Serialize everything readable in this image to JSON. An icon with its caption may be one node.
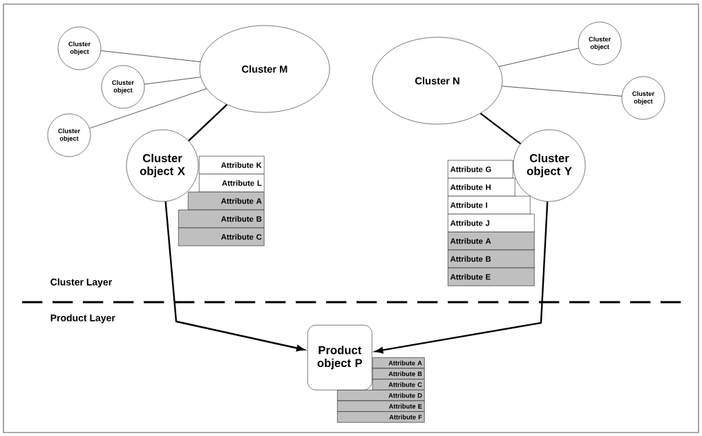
{
  "diagram": {
    "nodes": [
      {
        "text": [
          "Cluster object"
        ]
      },
      {
        "text": [
          "Cluster object"
        ]
      },
      {
        "text": [
          "Cluster object"
        ]
      },
      {
        "text": [
          "Cluster M"
        ]
      },
      {
        "text": [
          "Cluster N"
        ]
      },
      {
        "text": [
          "Cluster object"
        ]
      },
      {
        "text": [
          "Cluster object"
        ]
      },
      {
        "text": [
          "Cluster object X"
        ]
      },
      {
        "text": [
          "Attribute K"
        ]
      },
      {
        "text": [
          "Attribute L"
        ]
      },
      {
        "text": [
          "Attribute A"
        ]
      },
      {
        "text": [
          "Attribute B"
        ]
      },
      {
        "text": [
          "Attribute C"
        ]
      },
      {
        "text": [
          "Cluster object Y"
        ]
      },
      {
        "text": [
          "Attribute G"
        ]
      },
      {
        "text": [
          "Attribute H"
        ]
      },
      {
        "text": [
          "Attribute I"
        ]
      },
      {
        "text": [
          "Attribute J"
        ]
      },
      {
        "text": [
          "Attribute A"
        ]
      },
      {
        "text": [
          "Attribute B"
        ]
      },
      {
        "text": [
          "Attribute E"
        ]
      },
      {
        "text": [
          "Product object P"
        ]
      },
      {
        "text": [
          "Attribute A"
        ]
      },
      {
        "text": [
          "Attribute B"
        ]
      },
      {
        "text": [
          "Attribute C"
        ]
      },
      {
        "text": [
          "Attribute D"
        ]
      },
      {
        "text": [
          "Attribute E"
        ]
      },
      {
        "text": [
          "Attribute F"
        ]
      }
    ],
    "edges": [
      {
        "from": 0,
        "to": 3,
        "arrow": "none"
      },
      {
        "from": 1,
        "to": 3,
        "arrow": "none"
      },
      {
        "from": 2,
        "to": 3,
        "arrow": "none"
      },
      {
        "from": 4,
        "to": 5,
        "arrow": "none"
      },
      {
        "from": 4,
        "to": 6,
        "arrow": "none"
      },
      {
        "from": 3,
        "to": 7,
        "arrow": "none",
        "style": "thick"
      },
      {
        "from": 4,
        "to": 13,
        "arrow": "none",
        "style": "thick"
      },
      {
        "from": 7,
        "to": 21,
        "arrow": "to",
        "style": "thick"
      },
      {
        "from": 13,
        "to": 21,
        "arrow": "to",
        "style": "thick"
      }
    ],
    "labels": [
      "Cluster Layer",
      "Product Layer"
    ]
  }
}
